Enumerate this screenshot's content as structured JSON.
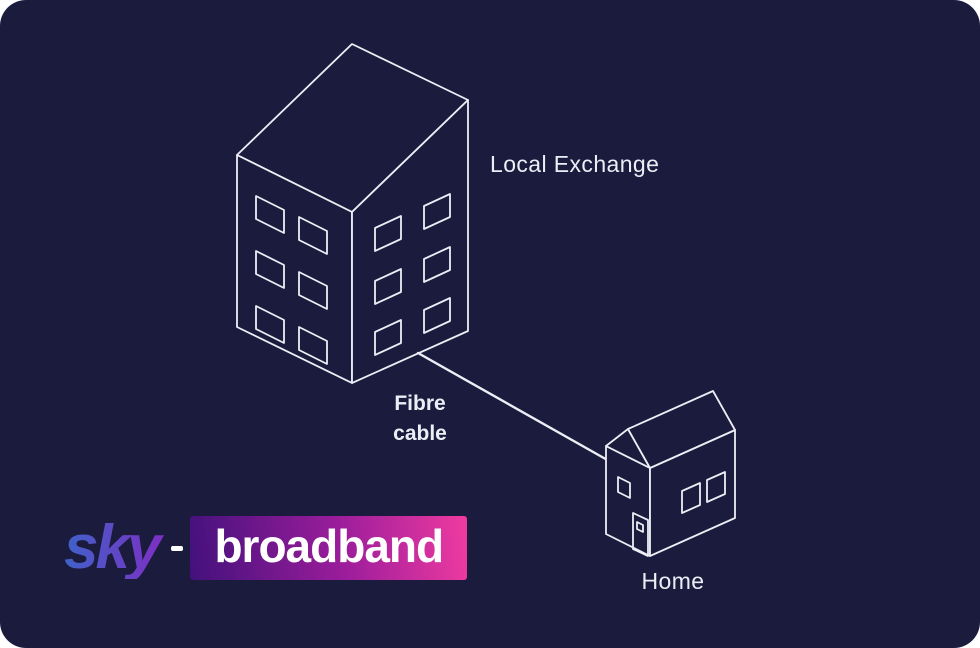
{
  "colors": {
    "background": "#1b1b3e",
    "line": "#edeef5",
    "text": "#eceef6",
    "sky_gradient_start": "#3f62c9",
    "sky_gradient_end": "#7d2fc3",
    "badge_gradient_start": "#43117c",
    "badge_gradient_mid": "#9c1d9b",
    "badge_gradient_end": "#f03ba0"
  },
  "diagram": {
    "exchange_label": "Local Exchange",
    "fibre_label": {
      "line1": "Fibre",
      "line2": "cable"
    },
    "home_label": "Home"
  },
  "logo": {
    "brand": "sky",
    "product": "broadband"
  }
}
